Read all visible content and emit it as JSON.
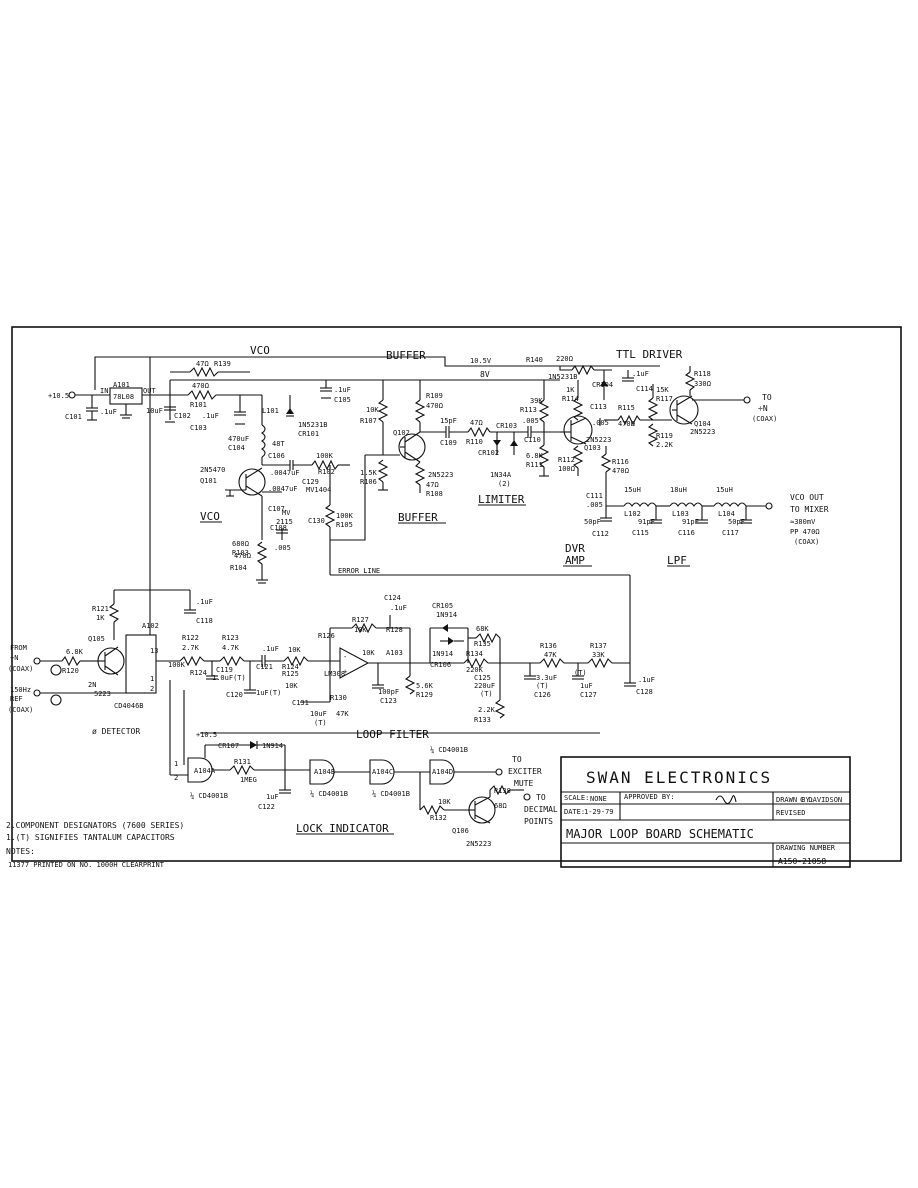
{
  "sections": {
    "vco_top": "VCO",
    "buffer_top": "BUFFER",
    "ttl_driver": "TTL DRIVER",
    "vco": "VCO",
    "buffer": "BUFFER",
    "limiter": "LIMITER",
    "dvr_amp_1": "DVR",
    "dvr_amp_2": "AMP",
    "lpf": "LPF",
    "loop_filter": "LOOP FILTER",
    "lock_indicator": "LOCK INDICATOR",
    "error_line": "ERROR LINE",
    "detector": "ø DETECTOR"
  },
  "rails": {
    "v10_5": "10.5V",
    "v8": "8V",
    "plus10_5_left": "+10.5",
    "plus10_5_bottom": "+10.5"
  },
  "terminals": {
    "to_n_1": "TO",
    "to_n_2": "÷N",
    "to_n_3": "(COAX)",
    "vco_out_1": "VCO OUT",
    "vco_out_2": "TO MIXER",
    "vco_out_3": "≈380mV",
    "vco_out_4": "PP 470Ω",
    "vco_out_5": "(COAX)",
    "from_n_1": "FROM",
    "from_n_2": "÷N",
    "from_n_3": "(COAX)",
    "ref_1": "150Hz",
    "ref_2": "REF",
    "ref_3": "(COAX)",
    "exciter_1": "TO",
    "exciter_2": "EXCITER",
    "exciter_3": "MUTE",
    "decimal_1": "TO",
    "decimal_2": "DECIMAL",
    "decimal_3": "POINTS"
  },
  "components": {
    "a101": "A101",
    "a101_part": "78L08",
    "a101_in": "IN",
    "a101_out": "OUT",
    "c101": "C101",
    "c101v": ".1uF",
    "c102": "C102",
    "c102v": "10uF",
    "c103": "C103",
    "c103v": ".1uF",
    "c104": "C104",
    "c104v": "470uF",
    "c105": "C105",
    "c105v": ".1uF",
    "r139": "R139",
    "r139v": "47Ω",
    "r101": "R101",
    "r101v": "470Ω",
    "l101": "L101",
    "l101t": "48T",
    "cr101": "CR101",
    "cr101p": "1N5231B",
    "q101": "Q101",
    "q101p": "2N5470",
    "c106": "C106",
    "c106v": ".0047uF",
    "r102": "R102",
    "r102v": "100K",
    "c129": "C129",
    "c129p": "MV1404",
    "c107": "C107",
    "c107v": ".0047uF",
    "mv": "MV",
    "mvp": "2115",
    "c108": "C108",
    "c108v": ".005",
    "c130": "C130",
    "r103": "R103",
    "r103v": "680Ω",
    "r104": "R104",
    "r104v": "470Ω",
    "r105": "R105",
    "r105v": "100K",
    "r107": "R107",
    "r107v": "10K",
    "r106": "R106",
    "r106v": "1.5K",
    "q102": "Q102",
    "q102p": "2N5223",
    "r109": "R109",
    "r109v": "470Ω",
    "r108": "R108",
    "r108v": "47Ω",
    "c109": "C109",
    "c109v": "15pF",
    "r110": "R110",
    "r110v": "47Ω",
    "cr102": "CR102",
    "cr103": "CR103",
    "cr_p": "1N34A",
    "cr_q": "(2)",
    "c110": "C110",
    "c110v": ".005",
    "r113": "R113",
    "r113v": "39K",
    "r111": "R111",
    "r111v": "6.8K",
    "r140": "R140",
    "r140v": "220Ω",
    "cr104": "CR104",
    "cr104p": "1N5231B",
    "r114": "R114",
    "r114v": "1K",
    "c113": "C113",
    "q103": "Q103",
    "q103p": "2N5223",
    "r112": "R112",
    "r112v": "100Ω",
    "c114": "C114",
    "c114v": ".1uF",
    "r115": "R115",
    "r115v": "470Ω",
    "c_005b": ".005",
    "r117": "R117",
    "r117v": "15K",
    "r119": "R119",
    "r119v": "2.2K",
    "r118": "R118",
    "r118v": "330Ω",
    "q104": "Q104",
    "q104p": "2N5223",
    "r116": "R116",
    "r116v": "470Ω",
    "c111": "C111",
    "c111v": ".005",
    "c112": "C112",
    "c112v": "50pF",
    "l102": "L102",
    "l102v": "15uH",
    "l103": "L103",
    "l103v": "18uH",
    "l104": "L104",
    "l104v": "15uH",
    "c115": "C115",
    "c115v": "91pF",
    "c116": "C116",
    "c116v": "91pF",
    "c117": "C117",
    "c117v": "50pF",
    "r121": "R121",
    "r121v": "1K",
    "a102": "A102",
    "c118": "C118",
    "c118v": ".1uF",
    "q105": "Q105",
    "q105p1": "2N",
    "q105p2": "5223",
    "r120": "R120",
    "r120v": "6.8K",
    "a102p": "CD4046B",
    "r122": "R122",
    "r122v": "2.7K",
    "r123": "R123",
    "r123v": "4.7K",
    "r124": "R124",
    "r124v": "100K",
    "c119": "C119",
    "c119v": "1.0uF(T)",
    "c120": "C120",
    "c120v": "1uF(T)",
    "c121": "C121",
    "c121v": ".1uF",
    "r124b": "R124",
    "r125": "R125",
    "r10k": "10K",
    "r126": "R126",
    "r127": "R127",
    "r127v": "10K",
    "r128": "R128",
    "c124": "C124",
    "c124v": ".1uF",
    "a103": "A103",
    "a103p": "LM308",
    "c123": "C123",
    "c123v": "100pF",
    "r129": "R129",
    "r129v": "5.6K",
    "c131": "C131",
    "c131v": "10uF",
    "c131t": "(T)",
    "r130": "R130",
    "r130v": "47K",
    "cr105": "CR105",
    "cr105p": "1N914",
    "cr106": "CR106",
    "cr106p": "1N914",
    "r135": "R135",
    "r135v": "68K",
    "r134": "R134",
    "r134v": "220K",
    "c125": "C125",
    "c125v": "220uF",
    "c125t": "(T)",
    "r133": "R133",
    "r133v": "2.2K",
    "r136": "R136",
    "r136v": "47K",
    "r137": "R137",
    "r137v": "33K",
    "c126": "C126",
    "c126v": "3.3uF",
    "c126t": "(T)",
    "c127": "C127",
    "c127v": "1uF",
    "c127t": "(T)",
    "c128": "C128",
    "c128v": ".1uF",
    "cr107": "CR107",
    "cr107p": "1N914",
    "r131": "R131",
    "r131v": "1MEG",
    "c122": "C122",
    "c122v": "1uF",
    "a104a": "A104A",
    "a104b": "A104B",
    "a104c": "A104C",
    "a104d": "A104D",
    "cd4001b": "¼ CD4001B",
    "r132": "R132",
    "r132v": "10K",
    "q106": "Q106",
    "q106p": "2N5223",
    "r138": "R138",
    "r138v": "68Ω"
  },
  "notes": {
    "line1": "2.COMPONENT DESIGNATORS (7600 SERIES)",
    "line2": "1.(T) SIGNIFIES TANTALUM CAPACITORS",
    "label": "NOTES:",
    "printed": "11377  PRINTED ON NO. 1000H CLEARPRINT"
  },
  "title_block": {
    "company": "SWAN ELECTRONICS",
    "scale_label": "SCALE:",
    "scale_value": "NONE",
    "approved_label": "APPROVED BY:",
    "drawn_label": "DRAWN BY:",
    "drawn_value": "C DAVIDSON",
    "date_label": "DATE:",
    "date_value": "1-29-79",
    "revised_label": "REVISED",
    "title": "MAJOR LOOP BOARD SCHEMATIC",
    "drawing_number_label": "DRAWING NUMBER",
    "drawing_number": "A150-21058"
  }
}
